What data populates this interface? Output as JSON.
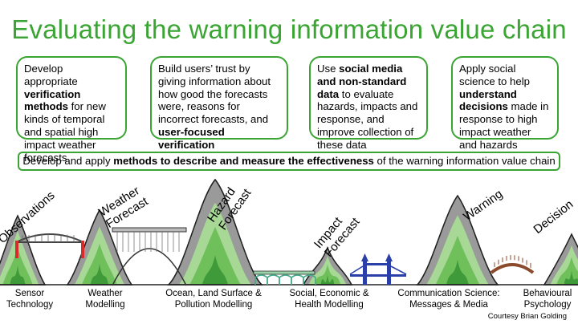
{
  "title": "Evaluating the warning information value chain",
  "boxes": [
    {
      "parts": [
        {
          "t": "Develop appropriate ",
          "b": false
        },
        {
          "t": "verification methods",
          "b": true
        },
        {
          "t": " for new kinds of temporal and spatial high impact weather forecasts",
          "b": false
        }
      ]
    },
    {
      "parts": [
        {
          "t": "Build users’ trust by giving information about how good the forecasts were, reasons for incorrect forecasts, and ",
          "b": false
        },
        {
          "t": "user-focused verification",
          "b": true
        }
      ]
    },
    {
      "parts": [
        {
          "t": "Use ",
          "b": false
        },
        {
          "t": "social media and non-standard data",
          "b": true
        },
        {
          "t": " to evaluate hazards, impacts and response, and improve collection of these data",
          "b": false
        }
      ]
    },
    {
      "parts": [
        {
          "t": "Apply social science to help ",
          "b": false
        },
        {
          "t": "understand decisions",
          "b": true
        },
        {
          "t": " made in response to high impact weather and hazards",
          "b": false
        }
      ]
    }
  ],
  "banner": {
    "before": "Develop and apply ",
    "bold": "methods to describe and measure the effectiveness",
    "after": " of the warning information value chain"
  },
  "stages": [
    {
      "id": "observations",
      "lines": [
        "Observations"
      ]
    },
    {
      "id": "weather-forecast",
      "lines": [
        "Weather",
        "Forecast"
      ]
    },
    {
      "id": "hazard-forecast",
      "lines": [
        "Hazard",
        "Forecast"
      ]
    },
    {
      "id": "impact-forecast",
      "lines": [
        "Impact",
        "Forecast"
      ]
    },
    {
      "id": "warning",
      "lines": [
        "Warning"
      ]
    },
    {
      "id": "decision",
      "lines": [
        "Decision"
      ]
    }
  ],
  "bottom_labels": [
    {
      "id": "sensor",
      "lines": [
        "Sensor",
        "Technology"
      ]
    },
    {
      "id": "weather-modelling",
      "lines": [
        "Weather",
        "Modelling"
      ]
    },
    {
      "id": "ocean",
      "lines": [
        "Ocean, Land Surface &",
        "Pollution Modelling"
      ]
    },
    {
      "id": "social",
      "lines": [
        "Social, Economic &",
        "Health Modelling"
      ]
    },
    {
      "id": "communication",
      "lines": [
        "Communication Science:",
        "Messages & Media"
      ]
    },
    {
      "id": "behavioural",
      "lines": [
        "Behavioural",
        "Psychology"
      ]
    }
  ],
  "credit": "Courtesy Brian Golding",
  "colors": {
    "accent": "#3aa533",
    "grass_dark": "#3f9a3a",
    "grass_mid": "#6fbf5a",
    "grass_light": "#a7d896",
    "rock": "#9a9a9a",
    "bridge_red": "#d92b2b",
    "bridge_blue": "#2a3fa8",
    "bridge_brown": "#8b4a2b"
  }
}
